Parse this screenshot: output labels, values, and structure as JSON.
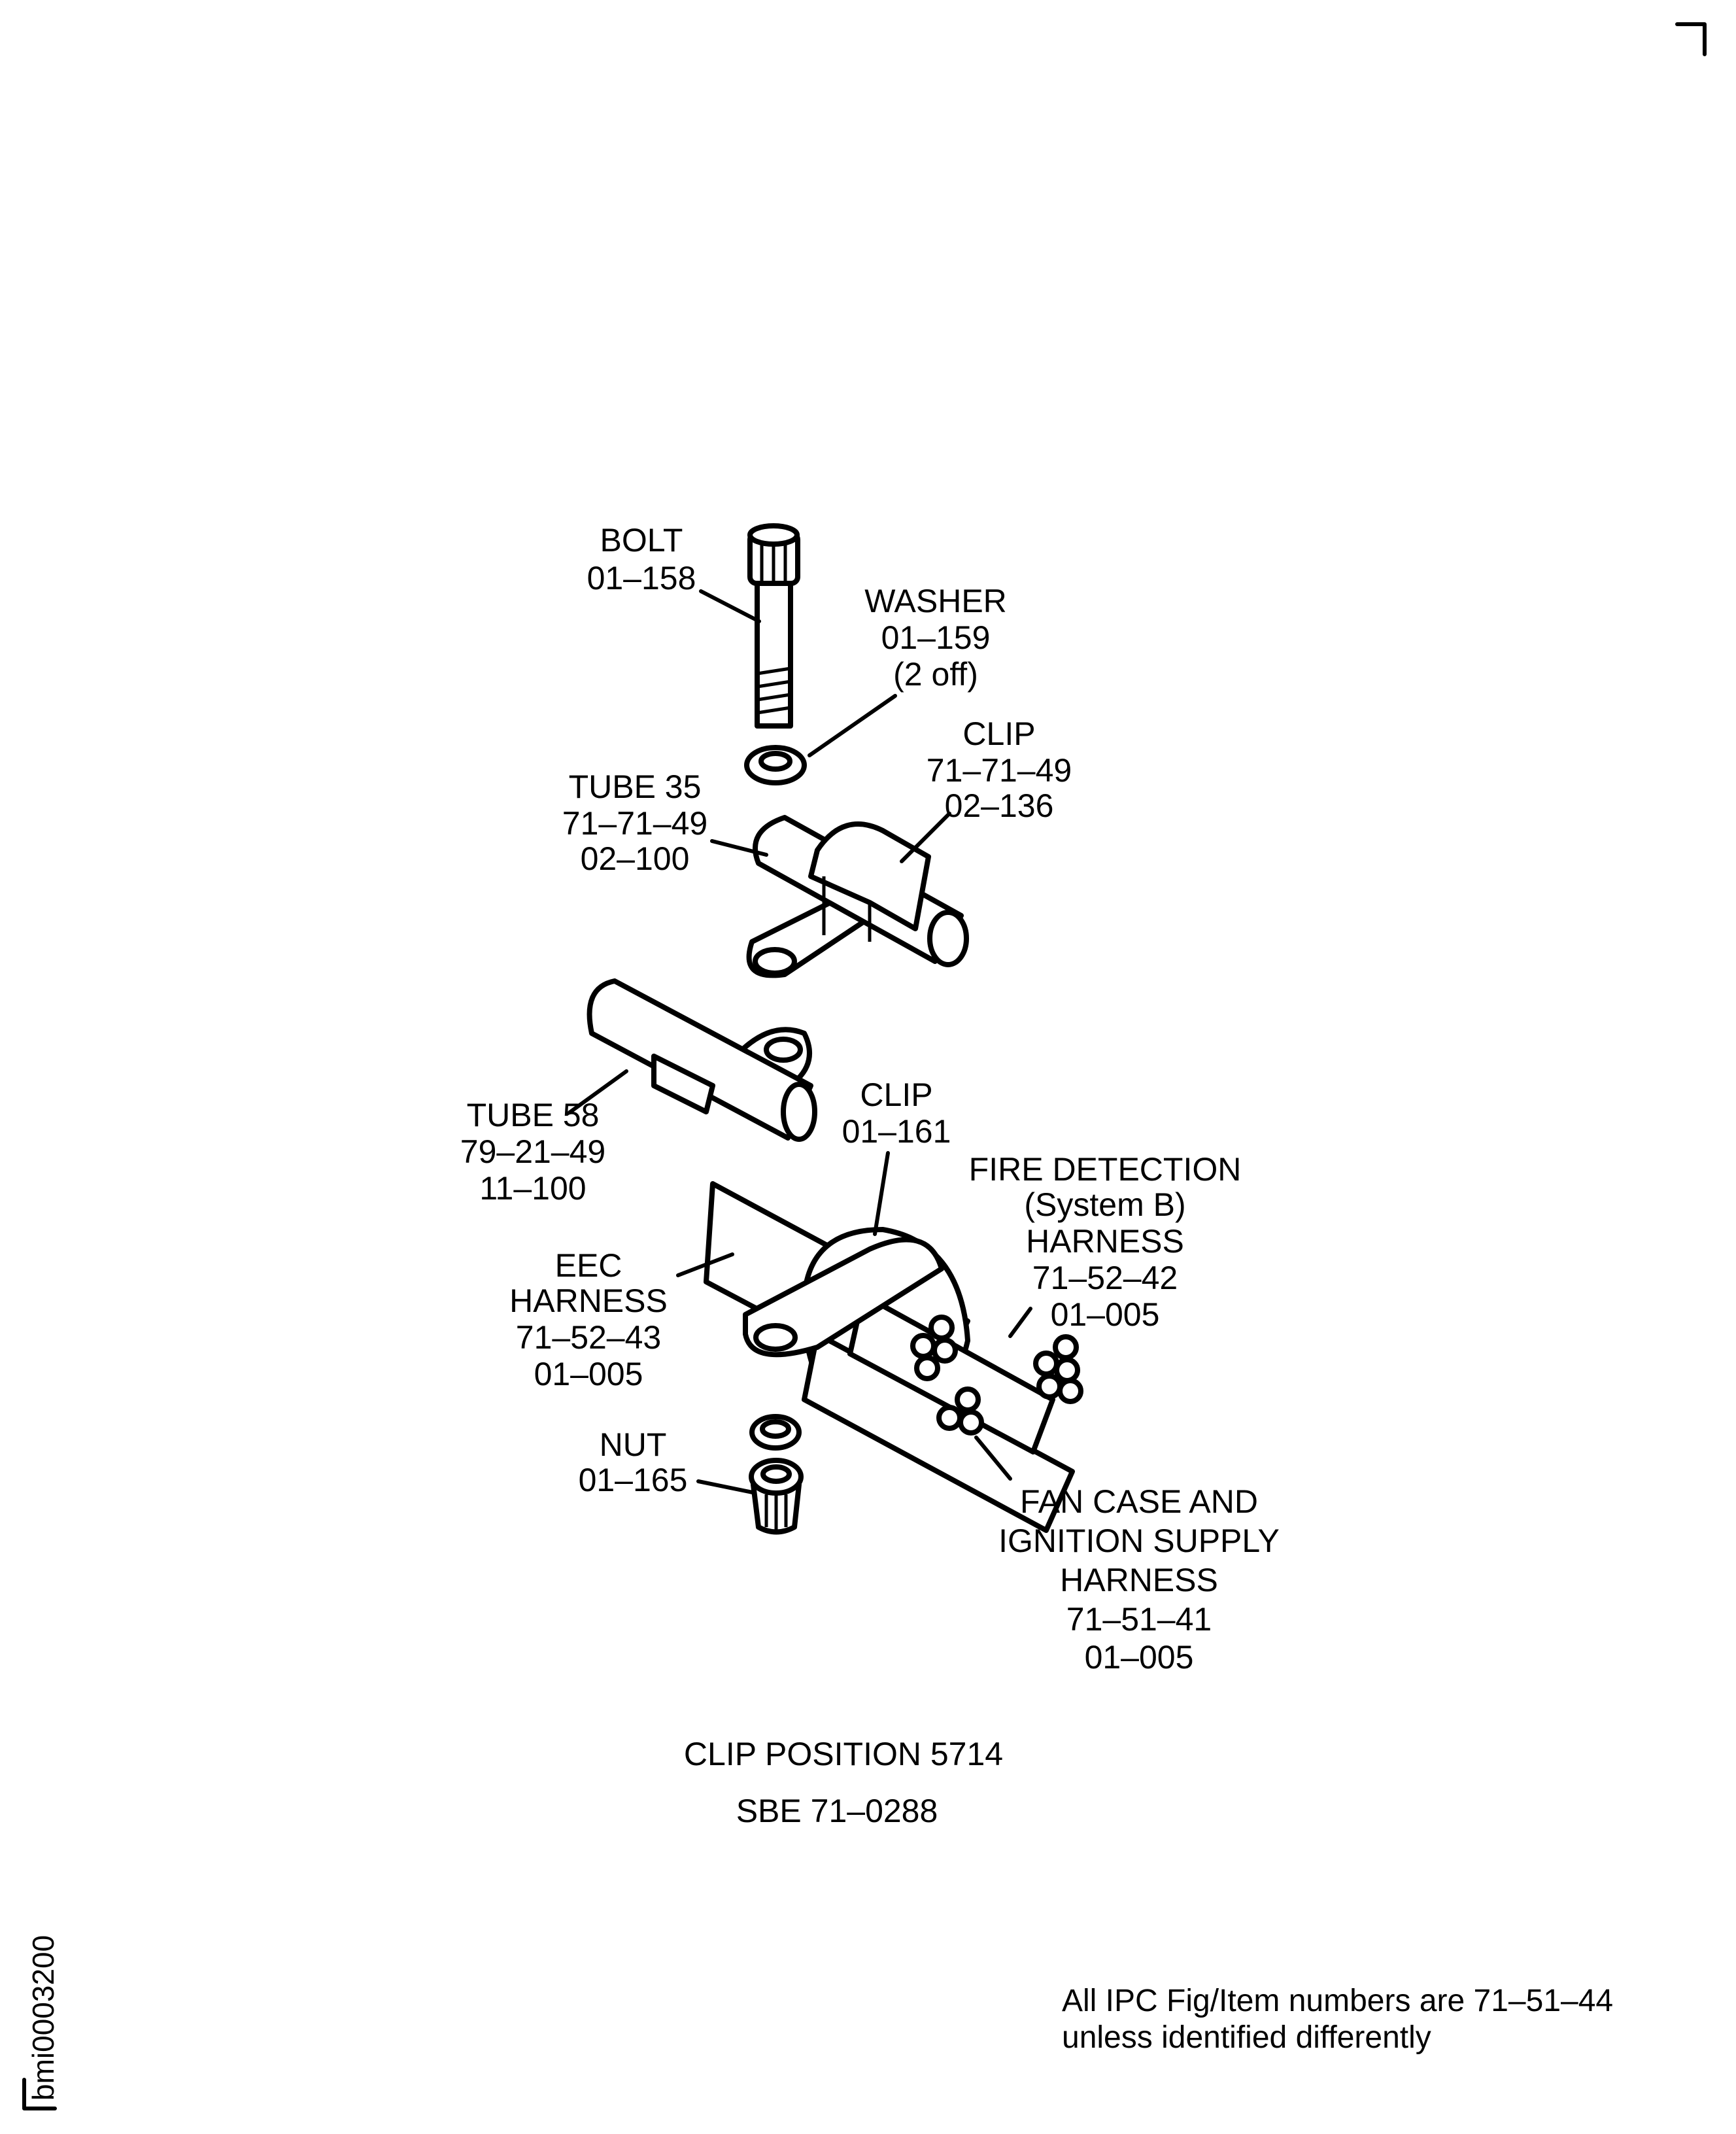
{
  "labels": {
    "bolt": [
      "BOLT",
      "01–158"
    ],
    "washer": [
      "WASHER",
      "01–159",
      "(2 off)"
    ],
    "clip_top": [
      "CLIP",
      "71–71–49",
      "02–136"
    ],
    "tube35": [
      "TUBE 35",
      "71–71–49",
      "02–100"
    ],
    "tube58": [
      "TUBE 58",
      "79–21–49",
      "11–100"
    ],
    "clip_mid": [
      "CLIP",
      "01–161"
    ],
    "fire_detection": [
      "FIRE DETECTION",
      "(System B)",
      "HARNESS",
      "71–52–42",
      "01–005"
    ],
    "eec": [
      "EEC",
      "HARNESS",
      "71–52–43",
      "01–005"
    ],
    "nut": [
      "NUT",
      "01–165"
    ],
    "fan_case": [
      "FAN CASE AND",
      "IGNITION SUPPLY",
      "HARNESS",
      "71–51–41",
      "01–005"
    ]
  },
  "caption": {
    "title": "CLIP POSITION 5714",
    "subtitle": "SBE 71–0288"
  },
  "note": {
    "line1": "All IPC Fig/Item numbers are 71–51–44",
    "line2": "unless identified differently"
  },
  "drawing_id": "bmi0003200"
}
